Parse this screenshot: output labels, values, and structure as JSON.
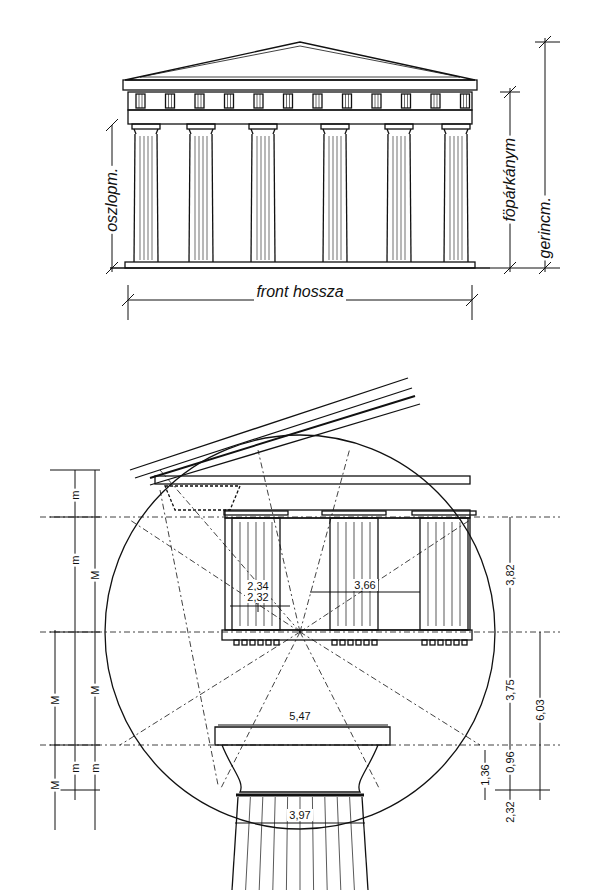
{
  "diagram": {
    "labels": [
      "oszlopm.",
      "föpárkánym",
      "gerincm.",
      "front hossza",
      "m",
      "m",
      "M",
      "M",
      "M",
      "m",
      "M",
      "m",
      "2,34",
      "2,32",
      "3,66",
      "3,82",
      "3,75",
      "6,03",
      "5,47",
      "0,96",
      "1,36",
      "2,32",
      "3,97"
    ]
  }
}
